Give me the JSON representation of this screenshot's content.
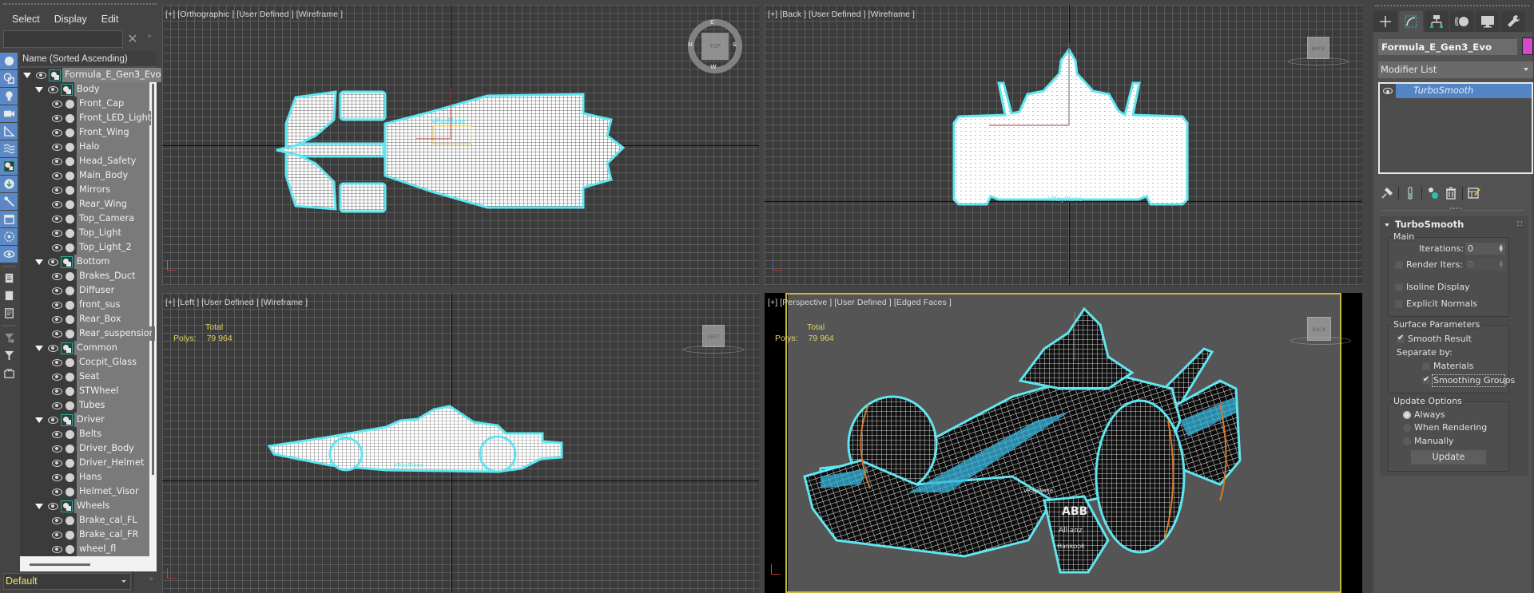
{
  "explorer": {
    "menu": [
      "Select",
      "Display",
      "Edit"
    ],
    "search": {
      "value": "",
      "placeholder": ""
    },
    "column_header": "Name (Sorted Ascending)",
    "tree": [
      {
        "label": "Formula_E_Gen3_Evo",
        "type": "root",
        "level": 0
      },
      {
        "label": "Body",
        "type": "group",
        "level": 1
      },
      {
        "label": "Front_Cap",
        "type": "child",
        "level": 2
      },
      {
        "label": "Front_LED_Light",
        "type": "child",
        "level": 2
      },
      {
        "label": "Front_Wing",
        "type": "child",
        "level": 2
      },
      {
        "label": "Halo",
        "type": "child",
        "level": 2
      },
      {
        "label": "Head_Safety",
        "type": "child",
        "level": 2
      },
      {
        "label": "Main_Body",
        "type": "child",
        "level": 2
      },
      {
        "label": "Mirrors",
        "type": "child",
        "level": 2
      },
      {
        "label": "Rear_Wing",
        "type": "child",
        "level": 2
      },
      {
        "label": "Top_Camera",
        "type": "child",
        "level": 2
      },
      {
        "label": "Top_Light",
        "type": "child",
        "level": 2
      },
      {
        "label": "Top_Light_2",
        "type": "child",
        "level": 2
      },
      {
        "label": "Bottom",
        "type": "group",
        "level": 1
      },
      {
        "label": "Brakes_Duct",
        "type": "child",
        "level": 2
      },
      {
        "label": "Diffuser",
        "type": "child",
        "level": 2
      },
      {
        "label": "front_sus",
        "type": "child",
        "level": 2
      },
      {
        "label": "Rear_Box",
        "type": "child",
        "level": 2
      },
      {
        "label": "Rear_suspension",
        "type": "child",
        "level": 2
      },
      {
        "label": "Common",
        "type": "group",
        "level": 1
      },
      {
        "label": "Cocpit_Glass",
        "type": "child",
        "level": 2
      },
      {
        "label": "Seat",
        "type": "child",
        "level": 2
      },
      {
        "label": "STWheel",
        "type": "child",
        "level": 2
      },
      {
        "label": "Tubes",
        "type": "child",
        "level": 2
      },
      {
        "label": "Driver",
        "type": "group",
        "level": 1
      },
      {
        "label": "Belts",
        "type": "child",
        "level": 2
      },
      {
        "label": "Driver_Body",
        "type": "child",
        "level": 2
      },
      {
        "label": "Driver_Helmet",
        "type": "child",
        "level": 2
      },
      {
        "label": "Hans",
        "type": "child",
        "level": 2
      },
      {
        "label": "Helmet_Visor",
        "type": "child",
        "level": 2
      },
      {
        "label": "Wheels",
        "type": "group",
        "level": 1
      },
      {
        "label": "Brake_cal_FL",
        "type": "child",
        "level": 2
      },
      {
        "label": "Brake_cal_FR",
        "type": "child",
        "level": 2
      },
      {
        "label": "wheel_fl",
        "type": "child",
        "level": 2
      }
    ],
    "filter_icons": [
      "geometry-icon",
      "shapes-icon",
      "lights-icon",
      "cameras-icon",
      "helpers-icon",
      "space-warps-icon",
      "groups-icon",
      "xrefs-icon",
      "bones-icon",
      "containers-icon",
      "frozen-icon",
      "hidden-icon",
      "display-all-icon",
      "display-none-icon",
      "invert-icon",
      "filter-settings-icon",
      "filter-icon",
      "layer-icon"
    ],
    "layer": "Default"
  },
  "viewports": [
    {
      "id": "top",
      "labels": [
        "[+]",
        "[Orthographic ]",
        "[User Defined ]",
        "[Wireframe ]"
      ],
      "cube": "TOP",
      "compass": {
        "n": "N",
        "s": "S",
        "e": "E",
        "w": "W"
      }
    },
    {
      "id": "back",
      "labels": [
        "[+]",
        "[Back ]",
        "[User Defined ]",
        "[Wireframe ]"
      ],
      "cube": "BACK"
    },
    {
      "id": "left",
      "labels": [
        "[+]",
        "[Left ]",
        "[User Defined ]",
        "[Wireframe ]"
      ],
      "cube": "LEFT",
      "stats": {
        "header": "Total",
        "label": "Polys:",
        "value": "79 964"
      }
    },
    {
      "id": "persp",
      "labels": [
        "[+]",
        "[Perspective ]",
        "[User Defined ]",
        "[Edged Faces ]"
      ],
      "cube": "BACK",
      "stats": {
        "header": "Total",
        "label": "Polys:",
        "value": "79 964"
      },
      "active": true
    }
  ],
  "object_labels": {
    "plane": "VRayPlane",
    "sponsors": [
      "ABB",
      "Allianz",
      "Hankook"
    ]
  },
  "command_panel": {
    "tabs": [
      "create",
      "modify",
      "hierarchy",
      "motion",
      "display",
      "utilities"
    ],
    "active_tab": "modify",
    "object_name": "Formula_E_Gen3_Evo",
    "object_color": "#d44bc6",
    "modifier_list": "Modifier List",
    "stack": [
      {
        "name": "TurboSmooth",
        "visible": true,
        "selected": true
      }
    ],
    "stack_tools": [
      "pin-stack-icon",
      "show-end-result-icon",
      "make-unique-icon",
      "remove-modifier-icon",
      "configure-modifier-sets-icon"
    ],
    "rollout": {
      "title": "TurboSmooth",
      "main": {
        "legend": "Main",
        "iterations_label": "Iterations:",
        "iterations_value": "0",
        "render_iters_label": "Render Iters:",
        "render_iters_value": "0",
        "render_iters_checked": false,
        "isoline_label": "Isoline Display",
        "isoline_checked": false,
        "explicit_normals_label": "Explicit Normals",
        "explicit_normals_checked": false
      },
      "surface": {
        "legend": "Surface Parameters",
        "smooth_result_label": "Smooth Result",
        "smooth_result_checked": true,
        "separate_by_label": "Separate by:",
        "materials_label": "Materials",
        "materials_checked": false,
        "smoothing_groups_label": "Smoothing Groups",
        "smoothing_groups_checked": true
      },
      "update": {
        "legend": "Update Options",
        "options": [
          "Always",
          "When Rendering",
          "Manually"
        ],
        "selected": "Always",
        "button": "Update"
      }
    }
  },
  "colors": {
    "accent_blue": "#5b89c7",
    "selection_cyan": "#5fe6f0",
    "active_viewport": "#c8b444",
    "stats_yellow": "#e3d35a",
    "layer_text": "#f0e46a"
  }
}
